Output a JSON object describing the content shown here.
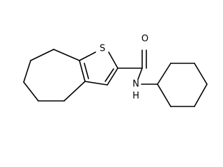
{
  "structure": {
    "atoms": {
      "sulfur": "S",
      "oxygen": "O",
      "nitrogen": "N",
      "hydrogen": "H"
    }
  },
  "colors": {
    "background": "#ffffff",
    "bond": "#000000",
    "label": "#000000"
  }
}
